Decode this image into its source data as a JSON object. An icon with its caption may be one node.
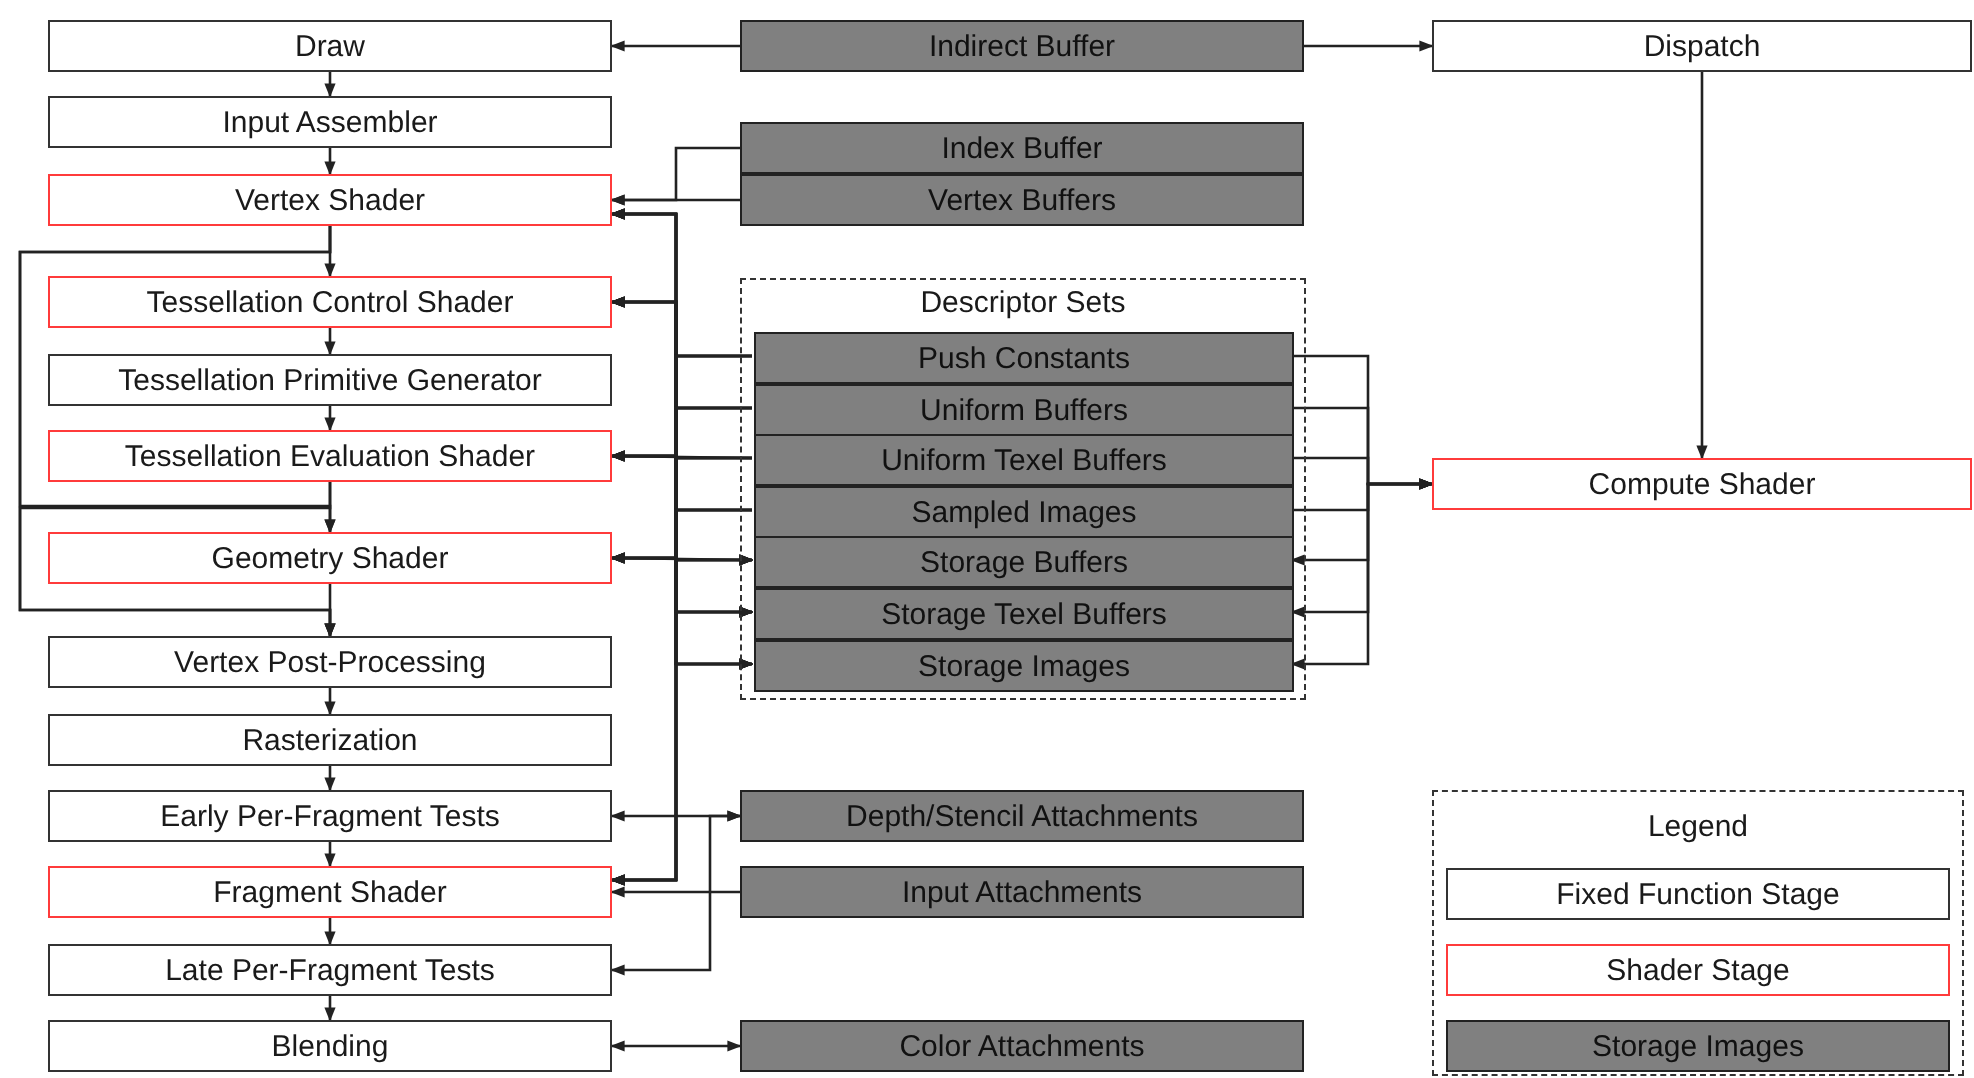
{
  "diagram": {
    "nodes": [
      {
        "text": [
          "Draw"
        ]
      },
      {
        "text": [
          "Indirect Buffer"
        ]
      },
      {
        "text": [
          "Dispatch"
        ]
      },
      {
        "text": [
          "Input Assembler"
        ]
      },
      {
        "text": [
          "Index Buffer"
        ]
      },
      {
        "text": [
          "Vertex Buffers"
        ]
      },
      {
        "text": [
          "Vertex Shader"
        ]
      },
      {
        "text": [
          "Descriptor Sets"
        ]
      },
      {
        "text": [
          "Push Constants"
        ],
        "in": 7
      },
      {
        "text": [
          "Uniform Buffers"
        ],
        "in": 7
      },
      {
        "text": [
          "Uniform Texel Buffers"
        ],
        "in": 7
      },
      {
        "text": [
          "Sampled Images"
        ],
        "in": 7
      },
      {
        "text": [
          "Storage Buffers"
        ],
        "in": 7
      },
      {
        "text": [
          "Storage Texel Buffers"
        ],
        "in": 7
      },
      {
        "text": [
          "Storage Images"
        ],
        "in": 7
      },
      {
        "text": [
          "Tessellation Control Shader"
        ]
      },
      {
        "text": [
          "Tessellation Primitive Generator"
        ]
      },
      {
        "text": [
          "Tessellation Evaluation Shader"
        ]
      },
      {
        "text": [
          "Compute Shader"
        ]
      },
      {
        "text": [
          "Geometry Shader"
        ]
      },
      {
        "text": [
          "Vertex Post-Processing"
        ]
      },
      {
        "text": [
          "Rasterization"
        ]
      },
      {
        "text": [
          "Early Per-Fragment Tests"
        ]
      },
      {
        "text": [
          "Depth/Stencil Attachments"
        ]
      },
      {
        "text": [
          "Fragment Shader"
        ]
      },
      {
        "text": [
          "Input Attachments"
        ]
      },
      {
        "text": [
          "Late Per-Fragment Tests"
        ]
      },
      {
        "text": [
          "Blending"
        ]
      },
      {
        "text": [
          "Color Attachments"
        ]
      },
      {
        "text": [
          "Legend"
        ]
      },
      {
        "text": [
          "Fixed Function Stage"
        ],
        "in": 29
      },
      {
        "text": [
          "Shader Stage"
        ],
        "in": 29
      },
      {
        "text": [
          "Storage Images"
        ],
        "in": 29
      }
    ],
    "edges": [
      {
        "from": 1,
        "to": 0,
        "arrow": "to"
      },
      {
        "from": 1,
        "to": 2,
        "arrow": "to"
      },
      {
        "from": 2,
        "to": 18,
        "arrow": "to"
      },
      {
        "from": 0,
        "to": 3,
        "arrow": "to"
      },
      {
        "from": 3,
        "to": 6,
        "arrow": "to"
      },
      {
        "from": 4,
        "to": 6,
        "arrow": "to"
      },
      {
        "from": 5,
        "to": 6,
        "arrow": "to"
      },
      {
        "from": 6,
        "to": 15,
        "arrow": "to"
      },
      {
        "from": 15,
        "to": 16,
        "arrow": "to"
      },
      {
        "from": 16,
        "to": 17,
        "arrow": "to"
      },
      {
        "from": 17,
        "to": 19,
        "arrow": "to"
      },
      {
        "from": 19,
        "to": 20,
        "arrow": "to"
      },
      {
        "from": 6,
        "to": 19,
        "arrow": "to"
      },
      {
        "from": 6,
        "to": 20,
        "arrow": "to"
      },
      {
        "from": 17,
        "to": 20,
        "arrow": "to"
      },
      {
        "from": 20,
        "to": 21,
        "arrow": "to"
      },
      {
        "from": 21,
        "to": 22,
        "arrow": "to"
      },
      {
        "from": 22,
        "to": 24,
        "arrow": "to"
      },
      {
        "from": 24,
        "to": 26,
        "arrow": "to"
      },
      {
        "from": 26,
        "to": 27,
        "arrow": "to"
      },
      {
        "from": 23,
        "to": 22,
        "arrow": "both"
      },
      {
        "from": 23,
        "to": 26,
        "arrow": "both"
      },
      {
        "from": 25,
        "to": 24,
        "arrow": "to"
      },
      {
        "from": 28,
        "to": 27,
        "arrow": "both"
      },
      {
        "from": 8,
        "to": 6,
        "arrow": "to"
      },
      {
        "from": 9,
        "to": 6,
        "arrow": "to"
      },
      {
        "from": 10,
        "to": 6,
        "arrow": "to"
      },
      {
        "from": 11,
        "to": 6,
        "arrow": "to"
      },
      {
        "from": 12,
        "to": 6,
        "arrow": "both"
      },
      {
        "from": 13,
        "to": 6,
        "arrow": "both"
      },
      {
        "from": 14,
        "to": 6,
        "arrow": "both"
      },
      {
        "from": 8,
        "to": 15,
        "arrow": "to"
      },
      {
        "from": 9,
        "to": 15,
        "arrow": "to"
      },
      {
        "from": 10,
        "to": 15,
        "arrow": "to"
      },
      {
        "from": 11,
        "to": 15,
        "arrow": "to"
      },
      {
        "from": 12,
        "to": 15,
        "arrow": "both"
      },
      {
        "from": 13,
        "to": 15,
        "arrow": "both"
      },
      {
        "from": 14,
        "to": 15,
        "arrow": "both"
      },
      {
        "from": 8,
        "to": 17,
        "arrow": "to"
      },
      {
        "from": 9,
        "to": 17,
        "arrow": "to"
      },
      {
        "from": 10,
        "to": 17,
        "arrow": "to"
      },
      {
        "from": 11,
        "to": 17,
        "arrow": "to"
      },
      {
        "from": 12,
        "to": 17,
        "arrow": "both"
      },
      {
        "from": 13,
        "to": 17,
        "arrow": "both"
      },
      {
        "from": 14,
        "to": 17,
        "arrow": "both"
      },
      {
        "from": 8,
        "to": 19,
        "arrow": "to"
      },
      {
        "from": 9,
        "to": 19,
        "arrow": "to"
      },
      {
        "from": 10,
        "to": 19,
        "arrow": "to"
      },
      {
        "from": 11,
        "to": 19,
        "arrow": "to"
      },
      {
        "from": 12,
        "to": 19,
        "arrow": "both"
      },
      {
        "from": 13,
        "to": 19,
        "arrow": "both"
      },
      {
        "from": 14,
        "to": 19,
        "arrow": "both"
      },
      {
        "from": 8,
        "to": 24,
        "arrow": "to"
      },
      {
        "from": 9,
        "to": 24,
        "arrow": "to"
      },
      {
        "from": 10,
        "to": 24,
        "arrow": "to"
      },
      {
        "from": 11,
        "to": 24,
        "arrow": "to"
      },
      {
        "from": 12,
        "to": 24,
        "arrow": "both"
      },
      {
        "from": 13,
        "to": 24,
        "arrow": "both"
      },
      {
        "from": 14,
        "to": 24,
        "arrow": "both"
      },
      {
        "from": 8,
        "to": 18,
        "arrow": "to"
      },
      {
        "from": 9,
        "to": 18,
        "arrow": "to"
      },
      {
        "from": 10,
        "to": 18,
        "arrow": "to"
      },
      {
        "from": 11,
        "to": 18,
        "arrow": "to"
      },
      {
        "from": 12,
        "to": 18,
        "arrow": "both"
      },
      {
        "from": 13,
        "to": 18,
        "arrow": "both"
      },
      {
        "from": 14,
        "to": 18,
        "arrow": "both"
      }
    ]
  }
}
